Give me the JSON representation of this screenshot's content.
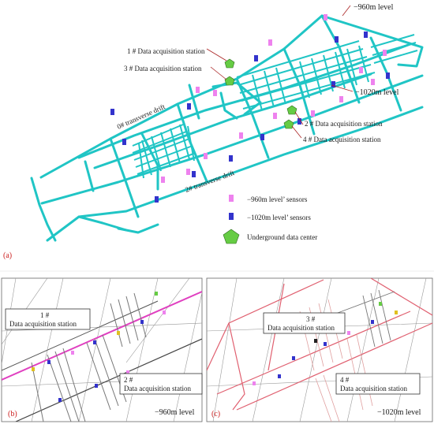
{
  "panel_a": {
    "label": "(a)",
    "levels": {
      "upper": "−960m level",
      "lower": "−1020m level"
    },
    "drifts": {
      "zero": "0# transverse drift",
      "two": "2# transverse drift"
    },
    "stations": [
      "1 # Data acquisition station",
      "3 # Data acquisition station",
      "2 # Data acquisition station",
      "4 # Data acquisition station"
    ],
    "legend": [
      {
        "label": "−960m level’ sensors",
        "color": "#ee82ee"
      },
      {
        "label": "−1020m level’ sensors",
        "color": "#3333cc"
      },
      {
        "label": "Underground data center",
        "color": "#66cc44"
      }
    ],
    "tunnel_color": "#20c5c5"
  },
  "panel_b": {
    "label": "(b)",
    "level": "−960m level",
    "box1": {
      "num": "1 #",
      "text": "Data acquisition station"
    },
    "box2": {
      "num": "2 #",
      "text": "Data acquisition station"
    }
  },
  "panel_c": {
    "label": "(c)",
    "level": "−1020m level",
    "box3": {
      "num": "3 #",
      "text": "Data acquisition station"
    },
    "box4": {
      "num": "4 #",
      "text": "Data acquisition station"
    }
  }
}
